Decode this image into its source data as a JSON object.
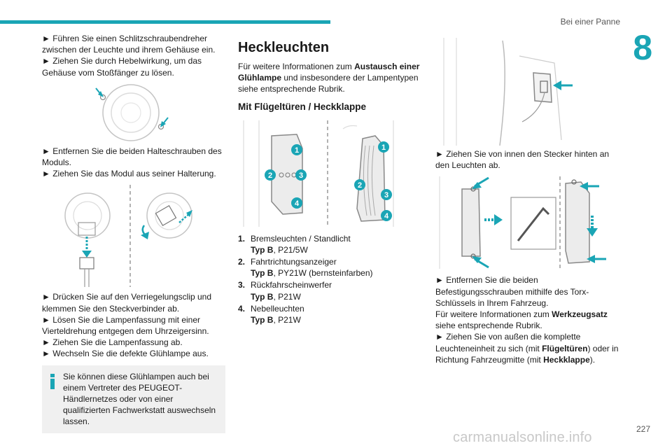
{
  "header": {
    "section": "Bei einer Panne",
    "chapter": "8"
  },
  "col1": {
    "p1": "► Führen Sie einen Schlitzschraubendreher zwischen der Leuchte und ihrem Gehäuse ein.",
    "p2": "► Ziehen Sie durch Hebelwirkung, um das Gehäuse vom Stoßfänger zu lösen.",
    "p3": "► Entfernen Sie die beiden Halteschrauben des Moduls.",
    "p4": "► Ziehen Sie das Modul aus seiner Halterung.",
    "p5": "► Drücken Sie auf den Verriegelungsclip und klemmen Sie den Steckverbinder ab.",
    "p6": "► Lösen Sie die Lampenfassung mit einer Vierteldrehung entgegen dem Uhrzeigersinn.",
    "p7": "► Ziehen Sie die Lampenfassung ab.",
    "p8": "► Wechseln Sie die defekte Glühlampe aus.",
    "info": "Sie können diese Glühlampen auch bei einem Vertreter des PEUGEOT-Händlernetzes oder von einer qualifizierten Fachwerkstatt auswechseln lassen."
  },
  "col2": {
    "title": "Heckleuchten",
    "intro_a": "Für weitere Informationen zum ",
    "intro_b": "Austausch einer Glühlampe",
    "intro_c": " und insbesondere der Lampentypen siehe entsprechende Rubrik.",
    "subtitle": "Mit Flügeltüren / Heckklappe",
    "items": [
      {
        "num": "1.",
        "name": "Bremsleuchten / Standlicht",
        "type": "Typ B",
        "spec": ", P21/5W"
      },
      {
        "num": "2.",
        "name": "Fahrtrichtungsanzeiger",
        "type": "Typ B",
        "spec": ", PY21W (bernsteinfarben)"
      },
      {
        "num": "3.",
        "name": "Rückfahrscheinwerfer",
        "type": "Typ B",
        "spec": ", P21W"
      },
      {
        "num": "4.",
        "name": "Nebelleuchten",
        "type": "Typ B",
        "spec": ", P21W"
      }
    ],
    "callouts": [
      "1",
      "2",
      "3",
      "4"
    ]
  },
  "col3": {
    "p1": "► Ziehen Sie von innen den Stecker hinten an den Leuchten ab.",
    "p2": "► Entfernen Sie die beiden Befestigungsschrauben mithilfe des Torx-Schlüssels in Ihrem Fahrzeug.",
    "p3_a": "Für weitere Informationen zum ",
    "p3_b": "Werkzeugsatz",
    "p3_c": " siehe entsprechende Rubrik.",
    "p4_a": "► Ziehen Sie von außen die komplette Leuchteneinheit zu sich (mit ",
    "p4_b": "Flügeltüren",
    "p4_c": ") oder in Richtung Fahrzeugmitte (mit ",
    "p4_d": "Heckklappe",
    "p4_e": ")."
  },
  "footer": {
    "page": "227",
    "watermark": "carmanualsonline.info"
  },
  "colors": {
    "accent": "#1aa5b5",
    "info_bg": "#f0f0f0"
  }
}
